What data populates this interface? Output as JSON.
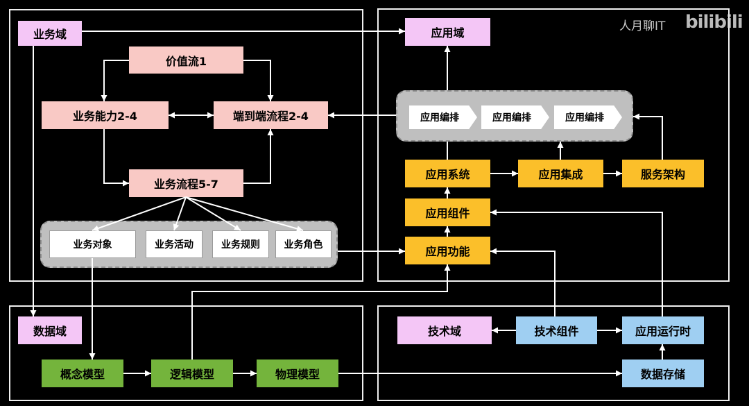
{
  "watermark": {
    "channel": "人月聊IT",
    "logo": "bilibili"
  },
  "business": {
    "domain": "业务域",
    "value_stream": "价值流1",
    "capability": "业务能力2-4",
    "e2e_process": "端到端流程2-4",
    "process": "业务流程5-7",
    "elements": [
      "业务对象",
      "业务活动",
      "业务规则",
      "业务角色"
    ]
  },
  "application": {
    "domain": "应用域",
    "orchestration": [
      "应用编排",
      "应用编排",
      "应用编排"
    ],
    "system": "应用系统",
    "integration": "应用集成",
    "service_architecture": "服务架构",
    "component": "应用组件",
    "function": "应用功能"
  },
  "data": {
    "domain": "数据域",
    "conceptual_model": "概念模型",
    "logical_model": "逻辑模型",
    "physical_model": "物理模型"
  },
  "technology": {
    "domain": "技术域",
    "component": "技术组件",
    "runtime": "应用运行时",
    "storage": "数据存储"
  },
  "colors": {
    "background": "#000000",
    "line": "#ffffff",
    "domain": "#f4c6f6",
    "business": "#f9c9c5",
    "application": "#fbbf2a",
    "data": "#74b43c",
    "technology": "#9fcff2",
    "container": "#bfbfbf"
  }
}
